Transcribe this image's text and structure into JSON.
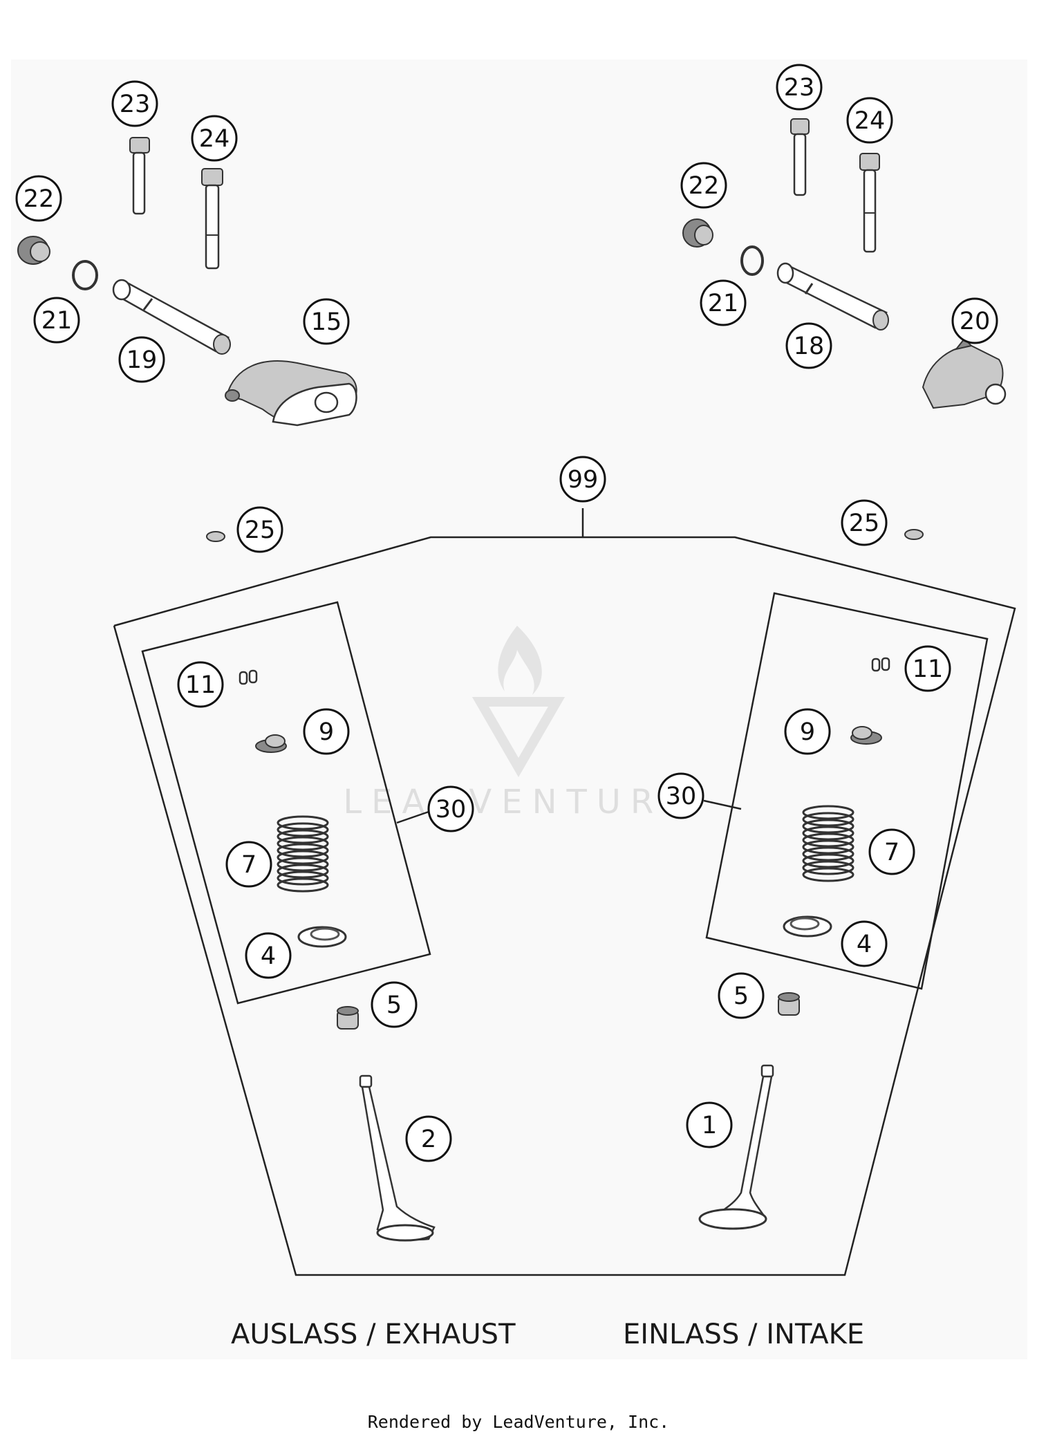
{
  "diagram": {
    "callouts": [
      {
        "id": "c23-left",
        "label": "23"
      },
      {
        "id": "c24-left",
        "label": "24"
      },
      {
        "id": "c22-left",
        "label": "22"
      },
      {
        "id": "c21-left",
        "label": "21"
      },
      {
        "id": "c19",
        "label": "19"
      },
      {
        "id": "c15",
        "label": "15"
      },
      {
        "id": "c23-right",
        "label": "23"
      },
      {
        "id": "c24-right",
        "label": "24"
      },
      {
        "id": "c22-right",
        "label": "22"
      },
      {
        "id": "c21-right",
        "label": "21"
      },
      {
        "id": "c18",
        "label": "18"
      },
      {
        "id": "c20",
        "label": "20"
      },
      {
        "id": "c99",
        "label": "99"
      },
      {
        "id": "c25-left",
        "label": "25"
      },
      {
        "id": "c25-right",
        "label": "25"
      },
      {
        "id": "c11-left",
        "label": "11"
      },
      {
        "id": "c9-left",
        "label": "9"
      },
      {
        "id": "c30-left",
        "label": "30"
      },
      {
        "id": "c7-left",
        "label": "7"
      },
      {
        "id": "c4-left",
        "label": "4"
      },
      {
        "id": "c5-left",
        "label": "5"
      },
      {
        "id": "c2",
        "label": "2"
      },
      {
        "id": "c11-right",
        "label": "11"
      },
      {
        "id": "c9-right",
        "label": "9"
      },
      {
        "id": "c30-right",
        "label": "30"
      },
      {
        "id": "c7-right",
        "label": "7"
      },
      {
        "id": "c4-right",
        "label": "4"
      },
      {
        "id": "c5-right",
        "label": "5"
      },
      {
        "id": "c1",
        "label": "1"
      }
    ],
    "captions": {
      "exhaust": "AUSLASS / EXHAUST",
      "intake": "EINLASS / INTAKE"
    },
    "watermark": "LEADVENTURE",
    "footer": "Rendered by LeadVenture, Inc."
  }
}
